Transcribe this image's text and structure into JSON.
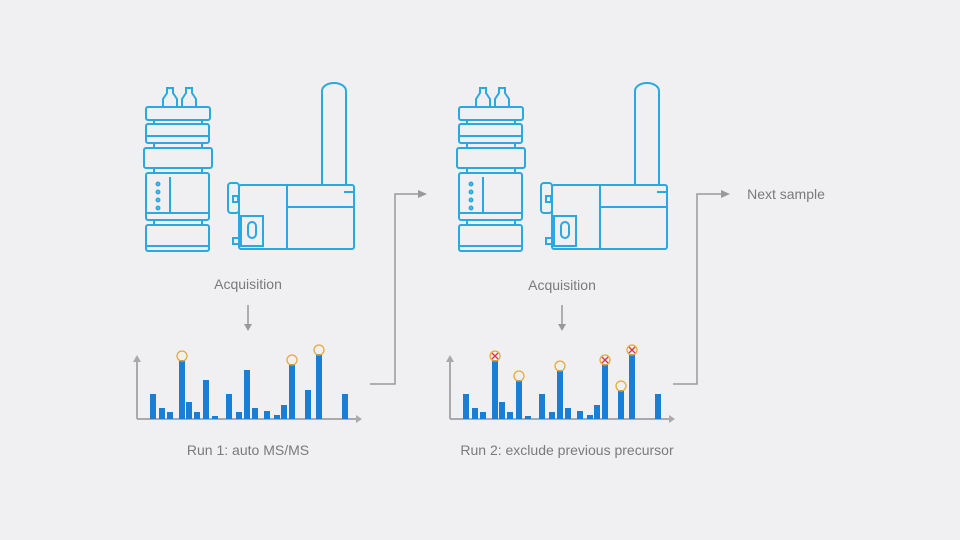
{
  "labels": {
    "acquisition_1": "Acquisition",
    "acquisition_2": "Acquisition",
    "run1": "Run 1: auto MS/MS",
    "run2": "Run 2: exclude previous precursor",
    "next": "Next sample"
  },
  "colors": {
    "instrument": "#29a9df",
    "bar": "#1a7fd4",
    "circle": "#e8a93a",
    "cross": "#d9324a",
    "arrow": "#999999"
  },
  "chart_data": [
    {
      "type": "bar",
      "title": "Run 1: auto MS/MS",
      "values": [
        25,
        11,
        7,
        59,
        17,
        7,
        39,
        3,
        25,
        7,
        49,
        11,
        8,
        4,
        14,
        55,
        29,
        65,
        25
      ],
      "selected": [
        3,
        15,
        17
      ],
      "excluded": []
    },
    {
      "type": "bar",
      "title": "Run 2: exclude previous precursor",
      "values": [
        25,
        11,
        7,
        59,
        17,
        7,
        39,
        3,
        25,
        7,
        49,
        11,
        8,
        4,
        14,
        55,
        29,
        65,
        25
      ],
      "selected": [
        6,
        10,
        16
      ],
      "excluded": [
        3,
        15,
        17
      ]
    }
  ]
}
